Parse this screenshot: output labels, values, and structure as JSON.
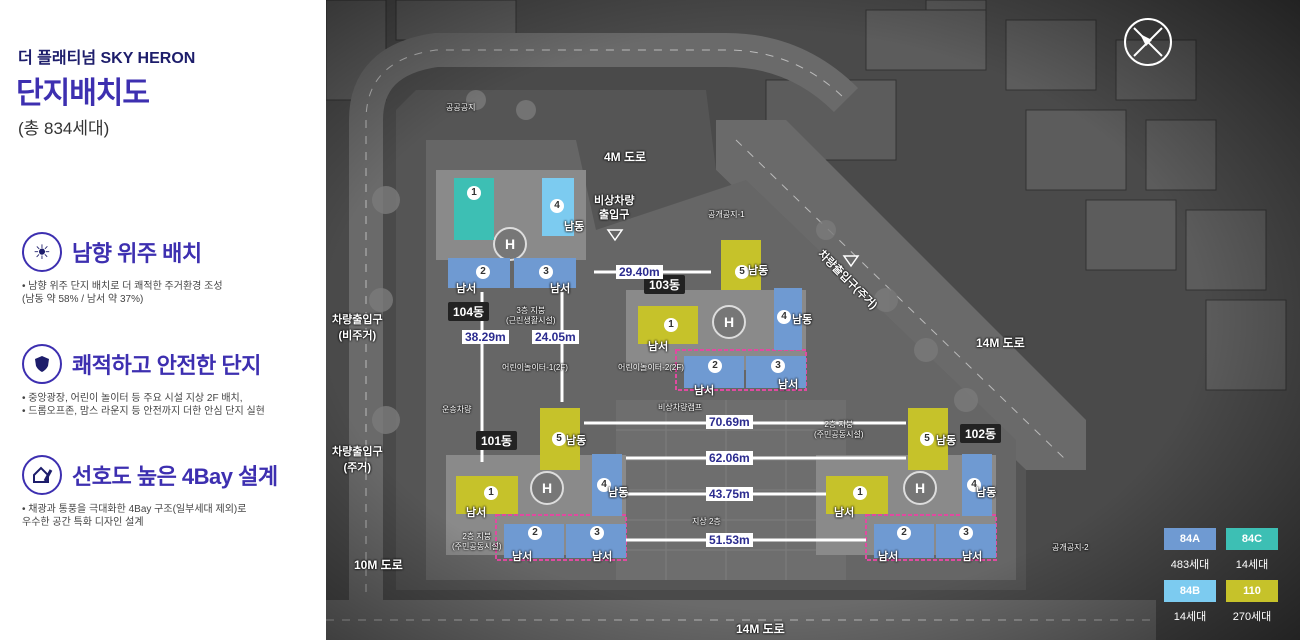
{
  "header": {
    "subtitle": "더 플래티넘 SKY HERON",
    "title": "단지배치도",
    "units": "(총 834세대)"
  },
  "features": [
    {
      "icon": "sun-icon",
      "title": "남향 위주 배치",
      "desc": [
        "• 남향 위주 단지 배치로 더 쾌적한 주거환경 조성",
        "   (남동 약 58% / 남서 약 37%)"
      ]
    },
    {
      "icon": "shield-icon",
      "title": "쾌적하고 안전한 단지",
      "desc": [
        "• 중앙광장, 어린이 놀이터 등 주요 시설 지상 2F 배치,",
        "• 드롭오프존, 맘스 라운지 등 안전까지 더한 안심 단지 실현"
      ]
    },
    {
      "icon": "house-pencil-icon",
      "title": "선호도 높은 4Bay 설계",
      "desc": [
        "• 채광과 통풍을 극대화한 4Bay 구조(일부세대 제외)로",
        "   우수한 공간 특화 디자인 설계"
      ]
    }
  ],
  "map": {
    "roads": {
      "top": "4M 도로",
      "diag": "14M 도로",
      "bottom": "14M 도로",
      "left_bottom": "10M 도로"
    },
    "entrances": {
      "emergency": "비상차량\n출입구",
      "car_nonres": "차량출입구\n(비주거)",
      "car_res": "차량출입구\n(주거)",
      "car_diag": "차량출입구(주거)"
    },
    "small": {
      "public1": "공개공지-1",
      "public2": "공개공지-2",
      "public_top": "공공공지",
      "support": "3층 지붕\n(근린생활시설)",
      "play1": "어린이놀이터-1(2F)",
      "play2": "어린이놀이터-2(2F)",
      "ramp": "비상차량램프",
      "roof2": "2층 지붕\n(주민공동시설)",
      "roof_center": "2층 지붕\n(주민공동시설)",
      "ground": "지상 2층",
      "waste": "운송차량"
    },
    "buildings": [
      {
        "dong": "104동"
      },
      {
        "dong": "103동"
      },
      {
        "dong": "101동"
      },
      {
        "dong": "102동"
      }
    ],
    "dir": {
      "se": "남동",
      "sw": "남서"
    },
    "dims": [
      "29.40m",
      "38.29m",
      "24.05m",
      "70.69m",
      "62.06m",
      "43.75m",
      "51.53m"
    ],
    "legend": [
      {
        "type": "84A",
        "count": "483세대",
        "color": "#6f9ad2"
      },
      {
        "type": "84C",
        "count": "14세대",
        "color": "#3dbfb4"
      },
      {
        "type": "84B",
        "count": "14세대",
        "color": "#7ccbf0"
      },
      {
        "type": "110",
        "count": "270세대",
        "color": "#c6c22a"
      }
    ],
    "colors": {
      "84A": "#6f9ad2",
      "84C": "#3dbfb4",
      "84B": "#7ccbf0",
      "110": "#c6c22a",
      "accent": "#3d2fb0"
    }
  }
}
